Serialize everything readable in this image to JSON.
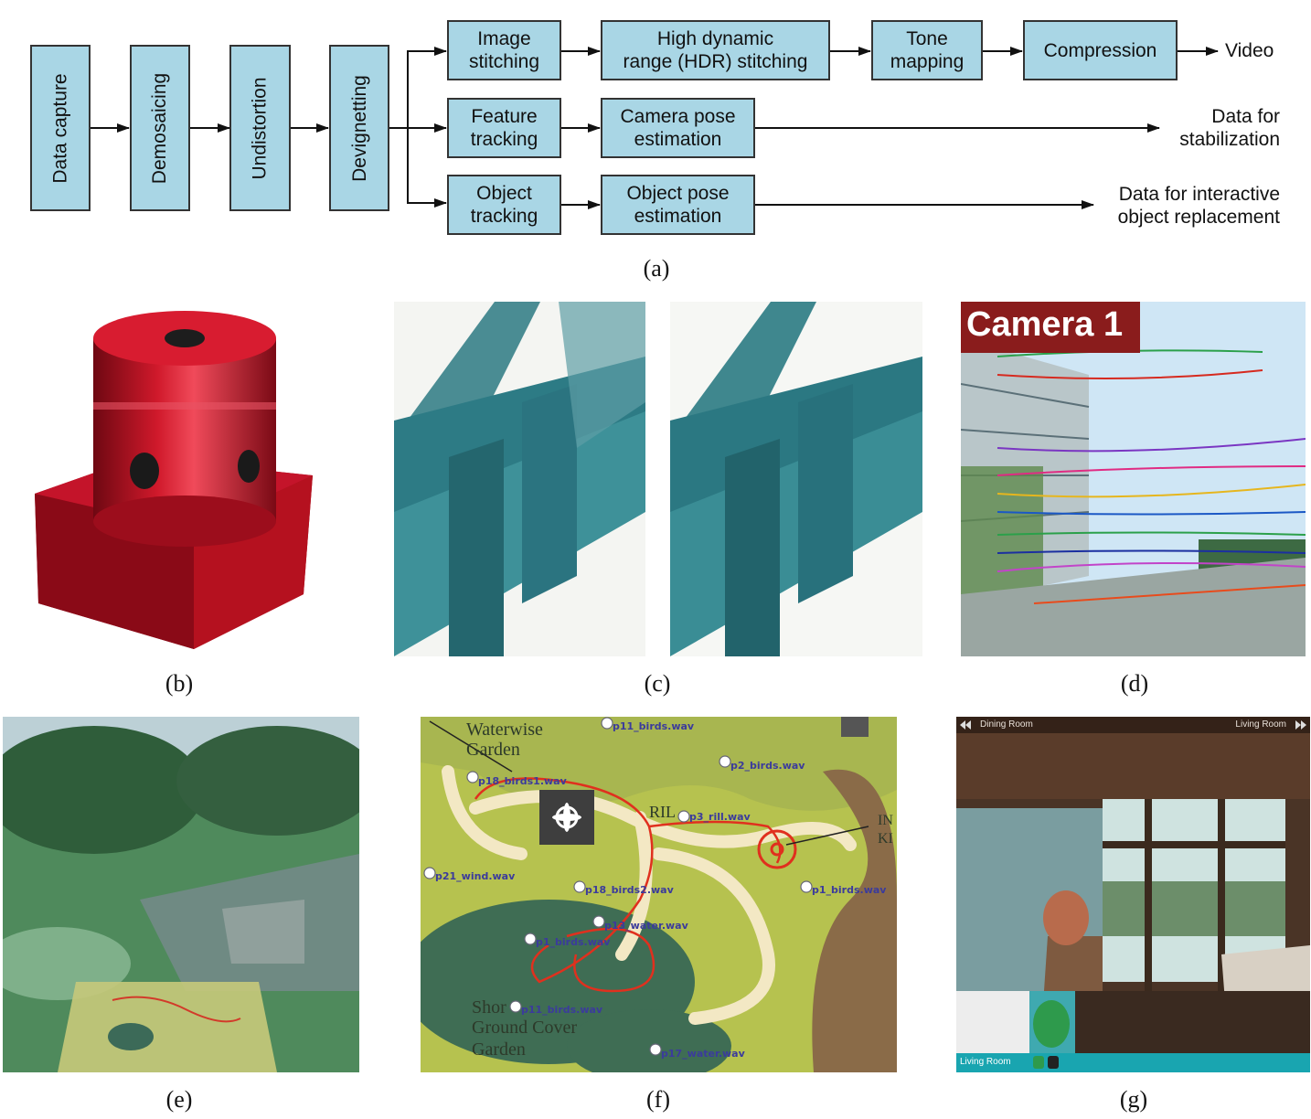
{
  "pipeline": {
    "vertical_steps": [
      "Data capture",
      "Demosaicing",
      "Undistortion",
      "Devignetting"
    ],
    "row1": [
      "Image\nstitching",
      "High dynamic\nrange (HDR) stitching",
      "Tone\nmapping",
      "Compression"
    ],
    "row2": [
      "Feature\ntracking",
      "Camera pose\nestimation"
    ],
    "row3": [
      "Object\ntracking",
      "Object pose\nestimation"
    ],
    "outputs": [
      "Video",
      "Data for\nstabilization",
      "Data for interactive\nobject replacement"
    ]
  },
  "captions": {
    "a": "(a)",
    "b": "(b)",
    "c": "(c)",
    "d": "(d)",
    "e": "(e)",
    "f": "(f)",
    "g": "(g)"
  },
  "panel_d": {
    "camera_label": "Camera 1"
  },
  "panel_f": {
    "map_labels": [
      "Waterwise",
      "Garden",
      "RIL",
      "IN",
      "KI",
      "Shor",
      "Ground Cover",
      "Garden"
    ],
    "audio_labels": [
      "p11_birds.wav",
      "p18_birds1.wav",
      "p2_birds.wav",
      "p3_rill.wav",
      "p21_wind.wav",
      "p18_birds2.wav",
      "p1_birds.wav",
      "p13_water.wav",
      "p1_birds.wav",
      "p11_birds.wav",
      "p17_water.wav"
    ]
  },
  "panel_g": {
    "nav_left": "Dining Room",
    "nav_right": "Living Room",
    "room_label": "Living Room"
  },
  "colors": {
    "box_fill": "#a9d6e5",
    "map_route": "#e0301e",
    "camera_tag": "#8a1c1c",
    "accent_teal": "#19a5b0"
  }
}
